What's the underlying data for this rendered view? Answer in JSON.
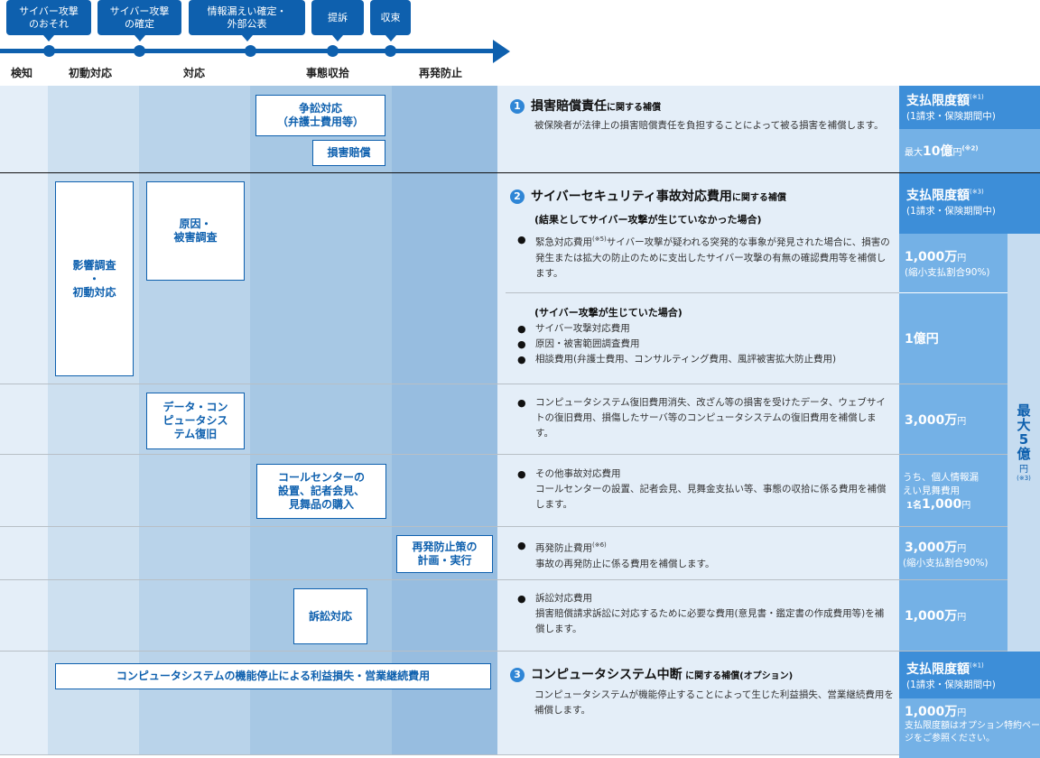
{
  "timeline": {
    "events": [
      {
        "label": "サイバー攻撃\nのおそれ"
      },
      {
        "label": "サイバー攻撃\nの確定"
      },
      {
        "label": "情報漏えい確定・\n外部公表"
      },
      {
        "label": "提訴"
      },
      {
        "label": "収束"
      }
    ],
    "phases": [
      "検知",
      "初動対応",
      "対応",
      "事態収拾",
      "再発防止"
    ]
  },
  "colors": {
    "primary": "#0e60ae",
    "col1": "#e4eef8",
    "col2": "#cde0f0",
    "col3": "#b9d3ea",
    "col4": "#a7c8e4",
    "col5": "#97bde0",
    "amount_header": "#3d8ed8",
    "amount_cell": "#74b1e6"
  },
  "event_boxes": {
    "dispute": "争訟対応\n（弁護士費用等）",
    "damages": "損害賠償",
    "impact": "影響調査\n・\n初動対応",
    "cause": "原因・\n被害調査",
    "data_recovery": "データ・コン\nピュータシス\nテム復旧",
    "call_center": "コールセンターの\n設置、記者会見、\n見舞品の購入",
    "prevention": "再発防止策の\n計画・実行",
    "litigation": "訴訟対応",
    "interruption": "コンピュータシステムの機能停止による利益損失・営業継続費用"
  },
  "sections": {
    "s1": {
      "num": "1",
      "title": "損害賠償責任",
      "title_suffix": "に関する補償",
      "desc": "被保険者が法律上の損害賠償責任を負担することによって被る損害を補償します。",
      "limit_label": "支払限度額",
      "limit_note": "(※1)",
      "limit_sub": "(1請求・保険期間中)",
      "amount_prefix": "最大",
      "amount": "10億",
      "unit": "円",
      "amount_note": "(※2)"
    },
    "s2": {
      "num": "2",
      "title": "サイバーセキュリティ事故対応費用",
      "title_suffix": "に関する補償",
      "limit_label": "支払限度額",
      "limit_note": "(※3)",
      "limit_sub": "(1請求・保険期間中)",
      "case_a": "(結果としてサイバー攻撃が生じていなかった場合)",
      "case_a_item": "緊急対応費用",
      "case_a_note": "(※5)",
      "case_a_desc": "サイバー攻撃が疑われる突発的な事象が発見された場合に、損害の発生または拡大の防止のために支出したサイバー攻撃の有無の確認費用等を補償します。",
      "case_a_amount": "1,000万",
      "case_a_unit": "円",
      "case_a_sub": "(縮小支払割合90%)",
      "case_b": "(サイバー攻撃が生じていた場合)",
      "case_b_items": [
        "サイバー攻撃対応費用",
        "原因・被害範囲調査費用",
        "相談費用(弁護士費用、コンサルティング費用、風評被害拡大防止費用)"
      ],
      "case_b_amount": "1億円",
      "recovery_desc": "コンピュータシステム復旧費用消失、改ざん等の損害を受けたデータ、ウェブサイトの復旧費用、損傷したサーバ等のコンピュータシステムの復旧費用を補償します。",
      "recovery_amount": "3,000万",
      "recovery_unit": "円",
      "other_item": "その他事故対応費用",
      "other_desc": "コールセンターの設置、記者会見、見舞金支払い等、事態の収拾に係る費用を補償します。",
      "other_amount_line1": "うち、個人情報漏",
      "other_amount_line2": "えい見舞費用",
      "other_amount_prefix": "1名",
      "other_amount": "1,000",
      "other_unit": "円",
      "prev_item": "再発防止費用",
      "prev_note": "(※6)",
      "prev_desc": "事故の再発防止に係る費用を補償します。",
      "prev_amount": "3,000万",
      "prev_unit": "円",
      "prev_sub": "(縮小支払割合90%)",
      "lit_item": "訴訟対応費用",
      "lit_desc": "損害賠償請求訴訟に対応するために必要な費用(意見書・鑑定書の作成費用等)を補償します。",
      "lit_amount": "1,000万",
      "lit_unit": "円",
      "max_total_1": "最",
      "max_total_2": "大",
      "max_total_3": "5",
      "max_total_4": "億",
      "max_total_unit": "円",
      "max_total_note": "(※3)"
    },
    "s3": {
      "num": "3",
      "title": "コンピュータシステム中断",
      "title_suffix": " に関する補償(オプション)",
      "desc": "コンピュータシステムが機能停止することによって生じた利益損失、営業継続費用を補償します。",
      "limit_label": "支払限度額",
      "limit_note": "(※1)",
      "limit_sub": "(1請求・保険期間中)",
      "amount": "1,000万",
      "unit": "円",
      "amount_note": "支払限度額はオプション特約ページをご参照ください。"
    }
  }
}
